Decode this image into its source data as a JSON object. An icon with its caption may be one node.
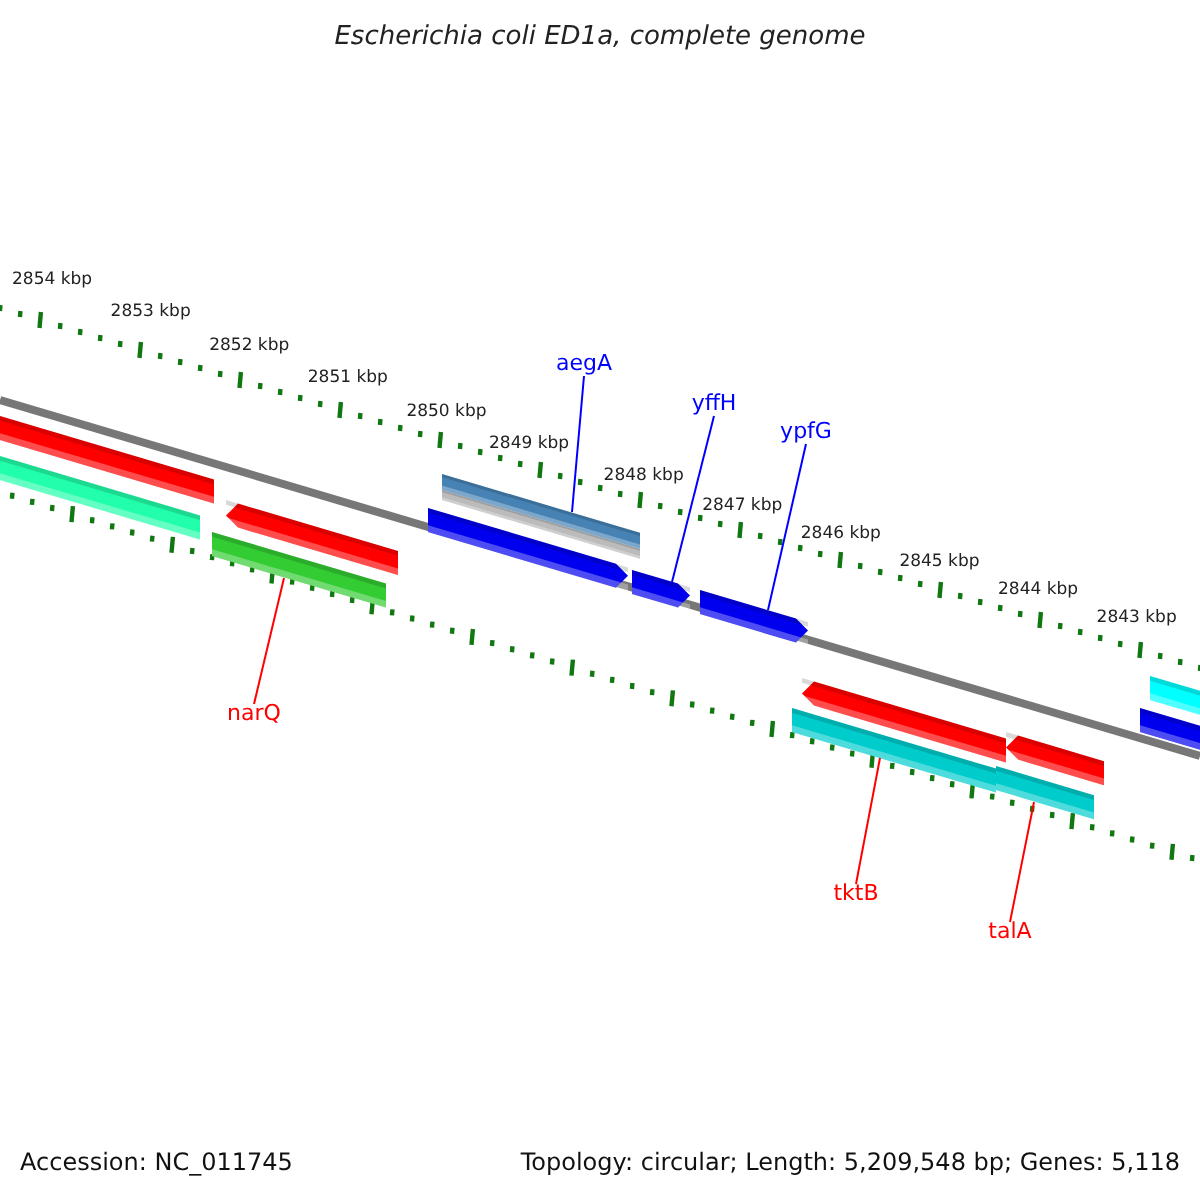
{
  "diagram": {
    "title": "Escherichia coli ED1a, complete genome",
    "nodes": [
      {
        "text": [
          "aegA"
        ]
      },
      {
        "text": [
          "yffH"
        ]
      },
      {
        "text": [
          "ypfG"
        ]
      },
      {
        "text": [
          "narQ"
        ]
      },
      {
        "text": [
          "tktB"
        ]
      },
      {
        "text": [
          "talA"
        ]
      },
      {
        "text": [],
        "shape": "bar"
      },
      {
        "text": [],
        "shape": "bar"
      },
      {
        "text": [],
        "shape": "arrow"
      },
      {
        "text": [],
        "shape": "arrow"
      },
      {
        "text": [],
        "shape": "bar"
      },
      {
        "text": [],
        "shape": "bar"
      }
    ],
    "edges": [
      {
        "from": 0,
        "to": 7,
        "arrow": "none",
        "color": "#0000ff"
      },
      {
        "from": 1,
        "to": 8,
        "arrow": "none",
        "color": "#0000ff"
      },
      {
        "from": 2,
        "to": 9,
        "arrow": "none",
        "color": "#0000ff"
      },
      {
        "from": 3,
        "to": 6,
        "arrow": "none",
        "color": "#ff0000"
      },
      {
        "from": 4,
        "to": 10,
        "arrow": "none",
        "color": "#ff0000"
      },
      {
        "from": 5,
        "to": 11,
        "arrow": "none",
        "color": "#ff0000"
      }
    ],
    "labels": [
      "2854 kbp",
      "2853 kbp",
      "2852 kbp",
      "2851 kbp",
      "2850 kbp",
      "2849 kbp",
      "2848 kbp",
      "2847 kbp",
      "2846 kbp",
      "2845 kbp",
      "2844 kbp",
      "2843 kbp",
      "Accession: NC_011745",
      "Topology: circular; Length: 5,209,548 bp; Genes: 5,118"
    ]
  }
}
